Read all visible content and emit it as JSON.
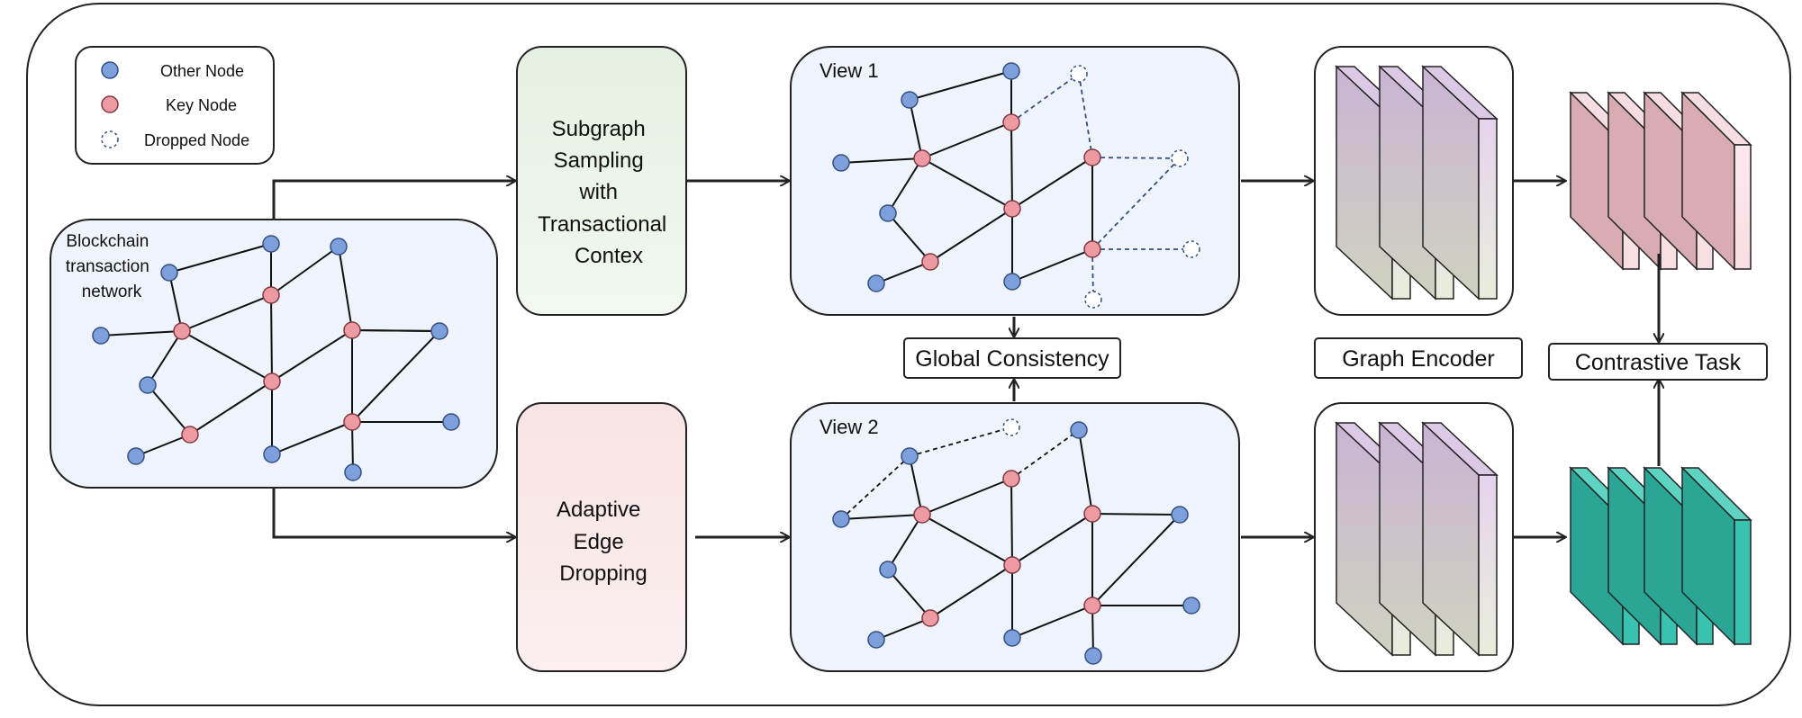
{
  "legend": {
    "other_node": "Other Node",
    "key_node": "Key Node",
    "dropped_node": "Dropped Node"
  },
  "input_graph": {
    "label_lines": [
      "Blockchain",
      "transaction",
      "network"
    ]
  },
  "sampling_box": {
    "label_lines": [
      "Subgraph",
      "Sampling",
      "with",
      "Transactional",
      "Contex"
    ]
  },
  "dropping_box": {
    "label_lines": [
      "Adaptive",
      "Edge",
      "Dropping"
    ]
  },
  "view1": {
    "title": "View 1"
  },
  "view2": {
    "title": "View 2"
  },
  "global_consistency": {
    "label": "Global Consistency"
  },
  "graph_encoder": {
    "label": "Graph Encoder"
  },
  "contrastive_task": {
    "label": "Contrastive Task"
  },
  "colors": {
    "other_node": "#7d9fdc",
    "key_node": "#ee9aa2",
    "graph_panel": "#eef3fc",
    "sampling_panel": "#eaf3e7",
    "dropping_panel": "#f9e6e6",
    "encoder_layer": "#e8dcee",
    "proj_top": "#d9abb2",
    "proj_bottom": "#2ba596"
  }
}
